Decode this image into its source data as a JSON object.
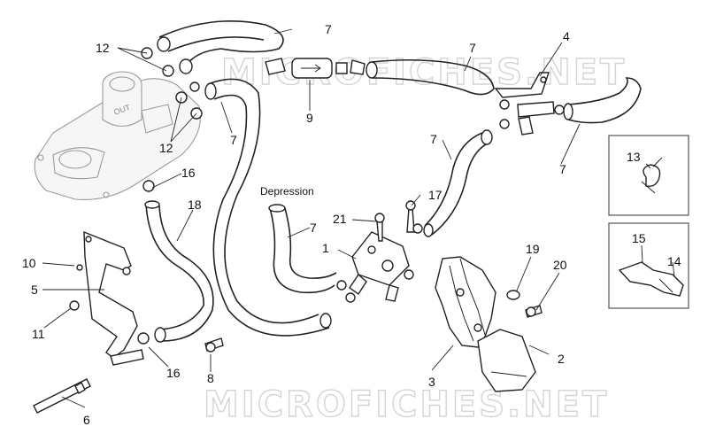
{
  "watermark": "MICROFICHES.NET",
  "tank_cap_text": "OUT",
  "annotation": "Depression",
  "callouts": {
    "c1": "1",
    "c2": "2",
    "c3": "3",
    "c4": "4",
    "c5": "5",
    "c6": "6",
    "c7a": "7",
    "c7b": "7",
    "c7c": "7",
    "c7d": "7",
    "c7e": "7",
    "c7f": "7",
    "c8": "8",
    "c9": "9",
    "c10": "10",
    "c11": "11",
    "c12a": "12",
    "c12b": "12",
    "c13": "13",
    "c14": "14",
    "c15": "15",
    "c16a": "16",
    "c16b": "16",
    "c17": "17",
    "c18": "18",
    "c19": "19",
    "c20": "20",
    "c21": "21"
  }
}
